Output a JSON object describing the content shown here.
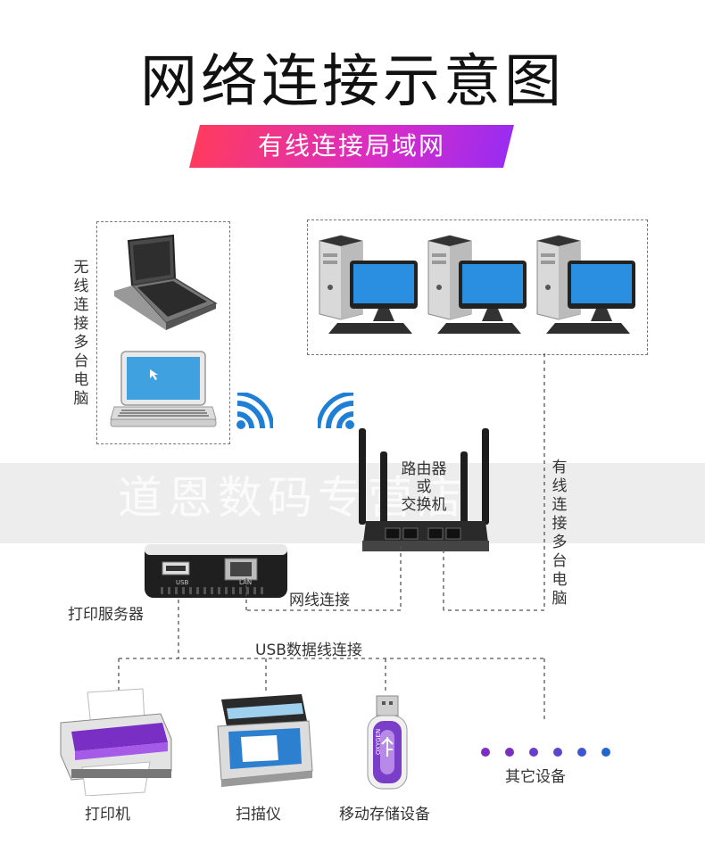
{
  "title": "网络连接示意图",
  "banner": "有线连接局域网",
  "labels": {
    "wireless_multi_pc": "无线连接多台电脑",
    "wired_multi_pc": "有线连接多台电脑",
    "router_line1": "路由器",
    "router_line2": "或",
    "router_line3": "交换机",
    "network_connection": "网线连接",
    "print_server": "打印服务器",
    "usb_connection": "USB数据线连接",
    "printer": "打印机",
    "scanner": "扫描仪",
    "mobile_storage": "移动存储设备",
    "other_devices": "其它设备",
    "port_usb": "USB",
    "port_lan": "LAN",
    "usb_drive_brand": "OXYGEN"
  },
  "watermark": "道恩数码专营店",
  "colors": {
    "banner_start": "#ff3b5f",
    "banner_end": "#9a2cf0",
    "wifi": "#1f7fd6",
    "dots_purple": "#7b2fbf",
    "dots_blue": "#2266cc"
  }
}
